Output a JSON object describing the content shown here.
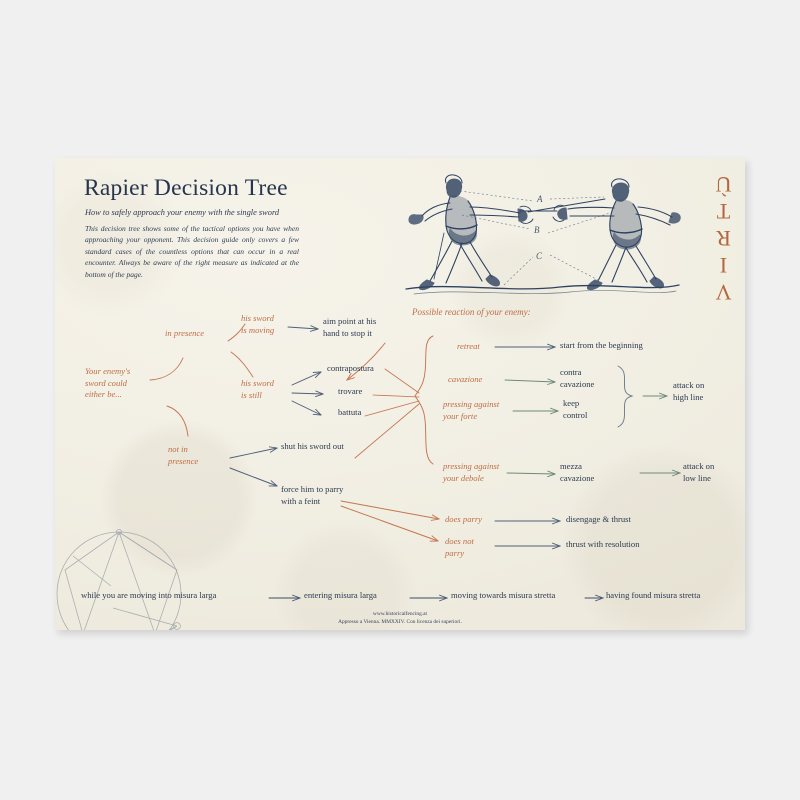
{
  "header": {
    "title": "Rapier Decision Tree",
    "subtitle": "How to safely approach your enemy with the single sword",
    "blurb": "This decision tree shows some of the tactical options you have when approaching your opponent. This decision guide only covers a few standard cases of the countless options that can occur in a real encounter. Always be aware of the right measure as indicated at the bottom of the page.",
    "wordmark": "VIRTÙ",
    "engraving_labels": [
      "A",
      "B",
      "C"
    ]
  },
  "tree": {
    "reaction_heading": "Possible reaction of your enemy:",
    "nodes": {
      "root": "Your enemy's\nsword could\neither be...",
      "in_presence": "in presence",
      "not_in_presence": "not in\npresence",
      "sword_moving": "his sword\nis moving",
      "sword_still": "his sword\nis still",
      "aim_point": "aim point at his\nhand to stop it",
      "contrapostura": "contrapostura",
      "trovare": "trovare",
      "battuta": "battuta",
      "retreat": "retreat",
      "cavazione": "cavazione",
      "pressing_forte": "pressing against\nyour forte",
      "pressing_debole": "pressing against\nyour debole",
      "start_over": "start from the beginning",
      "contra_cavazione": "contra\ncavazione",
      "keep_control": "keep\ncontrol",
      "mezza_cavazione": "mezza\ncavazione",
      "attack_high": "attack on\nhigh line",
      "attack_low": "attack on\nlow line",
      "shut_sword_out": "shut his sword out",
      "force_parry": "force him to parry\nwith a feint",
      "does_parry": "does parry",
      "does_not_parry": "does not\nparry",
      "disengage_thrust": "disengage & thrust",
      "thrust_resolution": "thrust with resolution"
    }
  },
  "measure": {
    "steps": [
      "while you are moving into misura larga",
      "entering misura larga",
      "moving towards misura stretta",
      "having found misura stretta"
    ]
  },
  "footer": {
    "website": "www.historicalfencing.at",
    "imprint": "Appresso a Vienna. MMXXIV. Con licenza dei superiori."
  },
  "colors": {
    "paper": "#f2efe4",
    "ink_blue": "#2c3a50",
    "ink_orange": "#c06e45",
    "accent_green": "#6d8a7c",
    "background": "#f0f0f0"
  }
}
